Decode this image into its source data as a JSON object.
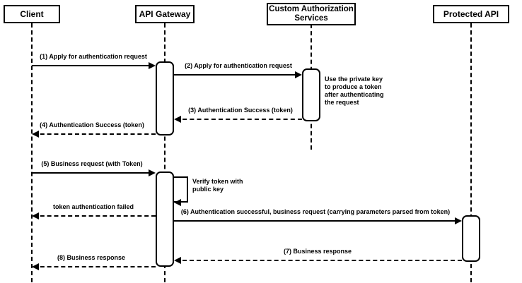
{
  "diagram": {
    "type": "uml-sequence-diagram",
    "background": "#ffffff",
    "line_color": "#000000",
    "participants": [
      {
        "id": "client",
        "label": "Client"
      },
      {
        "id": "api-gateway",
        "label": "API Gateway"
      },
      {
        "id": "custom-auth",
        "label": "Custom Authorization Services"
      },
      {
        "id": "protected-api",
        "label": "Protected API"
      }
    ],
    "messages": [
      {
        "label": "(1) Apply for authentication request",
        "from": "Client",
        "to": "API Gateway",
        "style": "solid"
      },
      {
        "label": "(2) Apply for authentication request",
        "from": "API Gateway",
        "to": "Custom Authorization Services",
        "style": "solid"
      },
      {
        "label": "(3) Authentication Success (token)",
        "from": "Custom Authorization Services",
        "to": "API Gateway",
        "style": "dashed"
      },
      {
        "label": "(4) Authentication Success (token)",
        "from": "API Gateway",
        "to": "Client",
        "style": "dashed"
      },
      {
        "label": "(5) Business request (with Token)",
        "from": "Client",
        "to": "API Gateway",
        "style": "solid"
      },
      {
        "label": "Verify token with public key",
        "from": "API Gateway",
        "to": "API Gateway",
        "style": "self"
      },
      {
        "label": "token authentication failed",
        "from": "API Gateway",
        "to": "Client",
        "style": "dashed"
      },
      {
        "label": "(6) Authentication successful, business request (carrying parameters parsed from token)",
        "from": "API Gateway",
        "to": "Protected API",
        "style": "solid"
      },
      {
        "label": "(7) Business response",
        "from": "Protected API",
        "to": "API Gateway",
        "style": "dashed"
      },
      {
        "label": "(8) Business response",
        "from": "API Gateway",
        "to": "Client",
        "style": "dashed"
      }
    ],
    "notes": [
      {
        "label": "Use the private key to produce a token after authenticating the request",
        "attached_to": "Custom Authorization Services"
      }
    ]
  }
}
